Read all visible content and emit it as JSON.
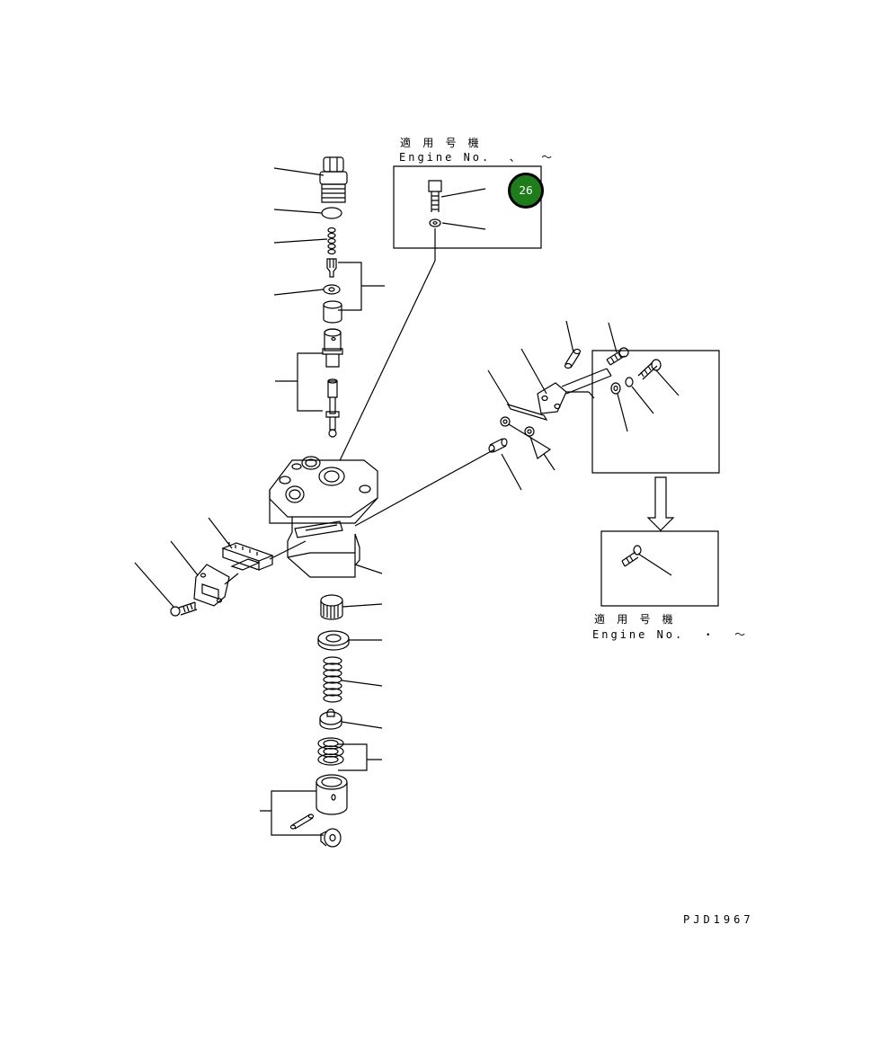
{
  "inset_top": {
    "label_line1": "適 用 号 機",
    "label_line2": "Engine No.  、  ～"
  },
  "inset_bottom": {
    "label_line1": "適 用 号 機",
    "label_line2": "Engine No.  ・  ～"
  },
  "callout_badge": "26",
  "drawing_code": "PJD1967"
}
